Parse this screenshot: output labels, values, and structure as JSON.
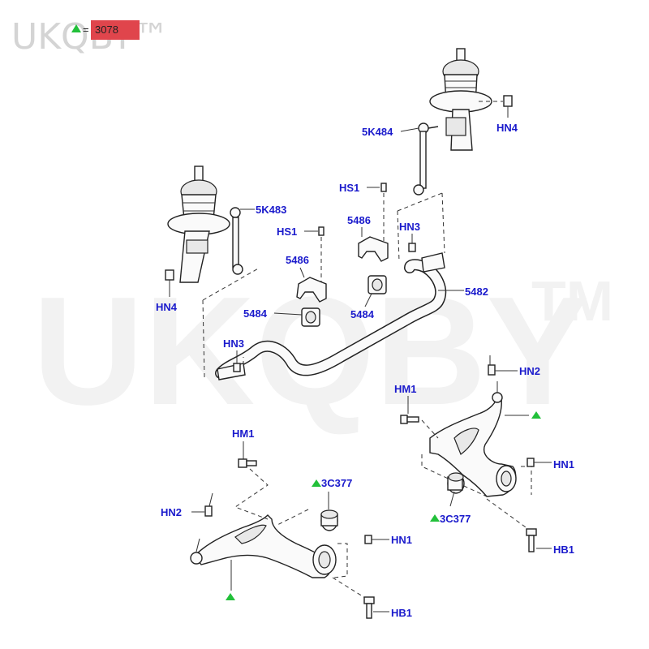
{
  "watermark": {
    "top_left": "UKQBY™",
    "center": "UKQBY",
    "center_tm": "TM"
  },
  "legend": {
    "value": "3078",
    "badge_color": "#e0454c",
    "marker": "green-triangle",
    "equals": "="
  },
  "colors": {
    "label": "#1a1acc",
    "marker": "#22c03a"
  },
  "labels": {
    "strut_right_link": "5K484",
    "strut_right_nut": "HN4",
    "strut_left_link": "5K483",
    "strut_left_nut": "HN4",
    "bracket_bolt_right": "HS1",
    "bracket_right": "5486",
    "nut_right": "HN3",
    "bracket_bolt_left": "HS1",
    "bracket_left": "5486",
    "bushing_left": "5484",
    "bushing_right": "5484",
    "stabilizer_bar": "5482",
    "nut_left": "HN3",
    "arm_r_balljoint_nut": "HN2",
    "arm_r_bolt": "HM1",
    "arm_r_nut": "HN1",
    "arm_r_bushing": "3C377",
    "arm_r_lower_bolt": "HB1",
    "arm_l_bolt": "HM1",
    "arm_l_balljoint_nut": "HN2",
    "arm_l_bushing": "3C377",
    "arm_l_nut": "HN1",
    "arm_l_lower_bolt": "HB1"
  }
}
